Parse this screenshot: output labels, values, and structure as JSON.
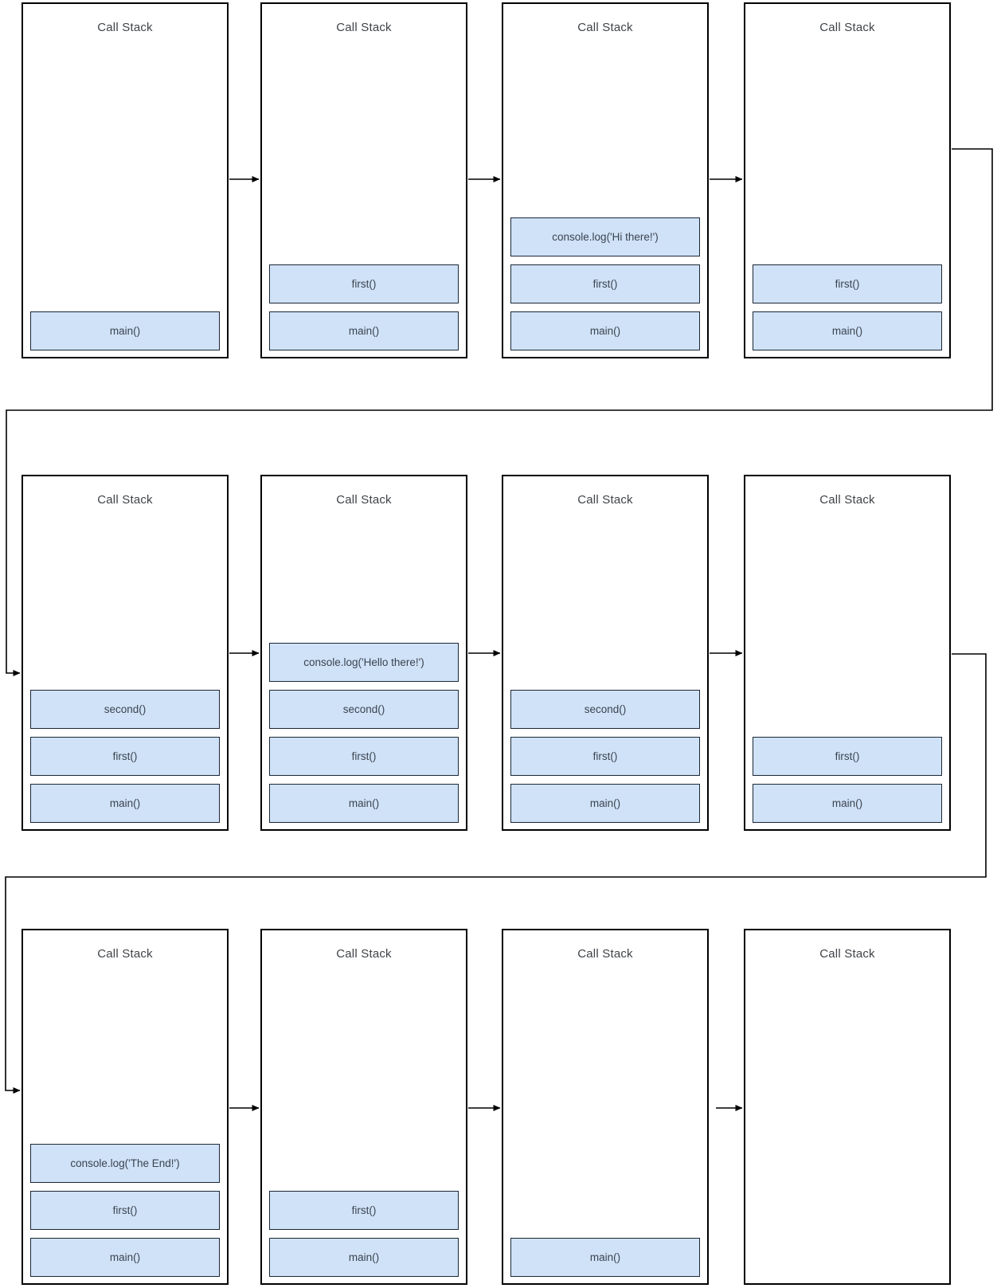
{
  "diagram": {
    "title_repeated_on_every_panel": "Call Stack",
    "colors": {
      "frame_fill": "#cfe2f7",
      "frame_border": "#1c2736",
      "panel_border": "#000000",
      "arrow": "#000000",
      "text": "#3c4350"
    },
    "panels": [
      {
        "title": "Call Stack",
        "frames": [
          "main()"
        ]
      },
      {
        "title": "Call Stack",
        "frames": [
          "main()",
          "first()"
        ]
      },
      {
        "title": "Call Stack",
        "frames": [
          "main()",
          "first()",
          "console.log('Hi there!')"
        ]
      },
      {
        "title": "Call Stack",
        "frames": [
          "main()",
          "first()"
        ]
      },
      {
        "title": "Call Stack",
        "frames": [
          "main()",
          "first()",
          "second()"
        ]
      },
      {
        "title": "Call Stack",
        "frames": [
          "main()",
          "first()",
          "second()",
          "console.log('Hello there!')"
        ]
      },
      {
        "title": "Call Stack",
        "frames": [
          "main()",
          "first()",
          "second()"
        ]
      },
      {
        "title": "Call Stack",
        "frames": [
          "main()",
          "first()"
        ]
      },
      {
        "title": "Call Stack",
        "frames": [
          "main()",
          "first()",
          "console.log('The End!')"
        ]
      },
      {
        "title": "Call Stack",
        "frames": [
          "main()",
          "first()"
        ]
      },
      {
        "title": "Call Stack",
        "frames": [
          "main()"
        ]
      },
      {
        "title": "Call Stack",
        "frames": []
      }
    ]
  }
}
